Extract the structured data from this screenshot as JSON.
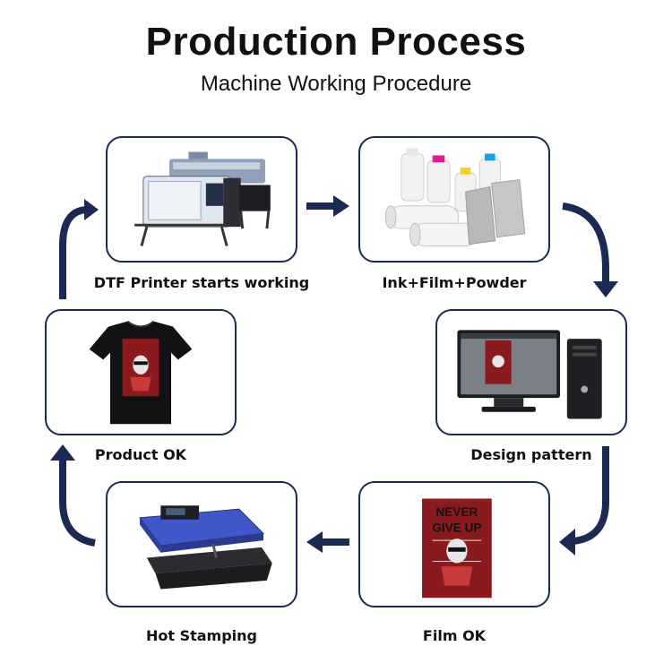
{
  "header": {
    "title": "Production Process",
    "subtitle": "Machine Working Procedure"
  },
  "steps": [
    {
      "label": "DTF Printer starts working",
      "icon": "dtf-printer-image"
    },
    {
      "label": "Ink+Film+Powder",
      "icon": "ink-film-powder-image"
    },
    {
      "label": "Design pattern",
      "icon": "computer-design-image"
    },
    {
      "label": "Film OK",
      "icon": "printed-film-image"
    },
    {
      "label": "Hot Stamping",
      "icon": "heat-press-image"
    },
    {
      "label": "Product OK",
      "icon": "tshirt-image"
    }
  ],
  "design_text": {
    "line1": "NEVER",
    "line2": "GIVE UP"
  },
  "colors": {
    "arrow": "#1b2a52",
    "border": "#1b2a52",
    "design_red": "#8b1a1f"
  }
}
